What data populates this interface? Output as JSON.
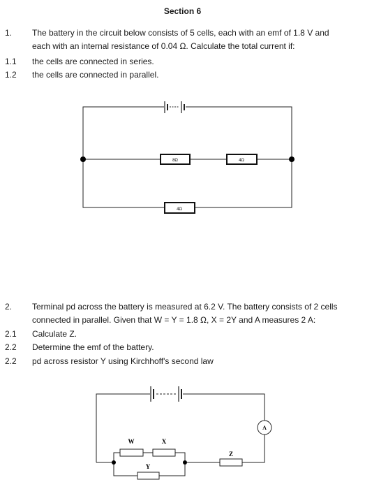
{
  "section_title": "Section 6",
  "q1": {
    "number": "1.",
    "text_line1": "The battery in the circuit below consists of 5 cells, each with an emf of 1.8 V and",
    "text_line2": "each with an internal resistance of 0.04 Ω.  Calculate the total current if:",
    "sub": [
      {
        "number": "1.1",
        "text": "the cells are connected in series."
      },
      {
        "number": "1.2",
        "text": "the cells are connected in parallel."
      }
    ],
    "circuit": {
      "resistor_a": "8Ω",
      "resistor_b": "4Ω",
      "resistor_c": "4Ω"
    }
  },
  "q2": {
    "number": "2.",
    "text_line1": "Terminal pd across the battery is measured at 6.2 V.  The battery consists of 2 cells",
    "text_line2": "connected in parallel.  Given that W = Y = 1.8 Ω, X = 2Y and A measures 2 A:",
    "sub": [
      {
        "number": "2.1",
        "text": "Calculate Z."
      },
      {
        "number": "2.2",
        "text": "Determine the emf of the battery."
      },
      {
        "number": "2.2",
        "text": "pd across resistor Y using Kirchhoff's second law"
      }
    ],
    "circuit": {
      "label_w": "W",
      "label_x": "X",
      "label_y": "Y",
      "label_z": "Z",
      "ammeter": "A"
    }
  }
}
